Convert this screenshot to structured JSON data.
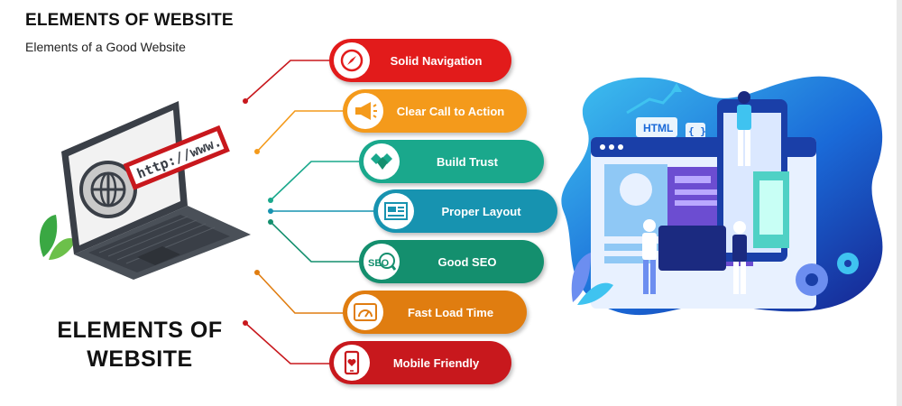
{
  "header": {
    "title": "ELEMENTS OF WEBSITE",
    "subtitle": "Elements of a Good Website"
  },
  "center_title": {
    "line1": "ELEMENTS OF",
    "line2": "WEBSITE"
  },
  "laptop": {
    "url_text": "http://www."
  },
  "web_illustration": {
    "html_tag": "HTML",
    "code_tag": "{ }"
  },
  "elements": [
    {
      "label": "Solid Navigation",
      "color": "#e21b1b",
      "icon": "compass-icon"
    },
    {
      "label": "Clear Call to Action",
      "color": "#f49a1b",
      "icon": "megaphone-icon"
    },
    {
      "label": "Build Trust",
      "color": "#1aa88c",
      "icon": "handshake-icon"
    },
    {
      "label": "Proper Layout",
      "color": "#1793b0",
      "icon": "layout-icon"
    },
    {
      "label": "Good SEO",
      "color": "#148f6e",
      "icon": "seo-icon"
    },
    {
      "label": "Fast Load Time",
      "color": "#e07d10",
      "icon": "speedometer-icon"
    },
    {
      "label": "Mobile Friendly",
      "color": "#c8181d",
      "icon": "mobile-heart-icon"
    }
  ]
}
